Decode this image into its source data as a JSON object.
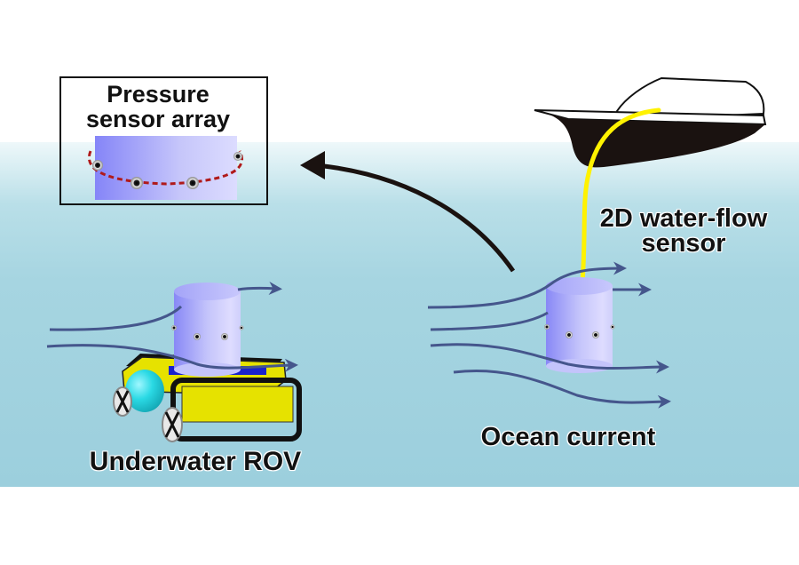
{
  "labels": {
    "pressure_sensor_array": "Pressure\nsensor array",
    "pressure_line1": "Pressure",
    "pressure_line2": "sensor array",
    "water_flow_line1": "2D water-flow",
    "water_flow_line2": "sensor",
    "ocean_current": "Ocean current",
    "underwater_rov": "Underwater ROV"
  },
  "colors": {
    "water_top": "#e8f4f7",
    "water": "#a3d3df",
    "cylinder_dark": "#8a8cf5",
    "cylinder_light": "#dcdcff",
    "flow_arrow": "#45568c",
    "cable": "#fff200",
    "boat_hull": "#1a1210",
    "rov_body": "#e6e200",
    "rov_stripe": "#1a22cc",
    "rov_dome": "#22d6e0",
    "sensor_ring": "#b01a1a",
    "pointer_arrow": "#1a1210"
  }
}
